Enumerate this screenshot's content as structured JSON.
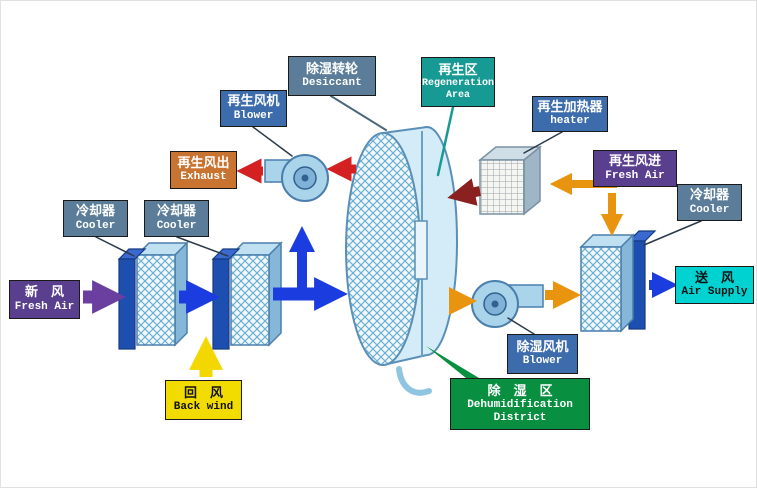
{
  "labels": {
    "desiccant": {
      "zh": "除湿转轮",
      "en": "Desiccant",
      "color": "#5b7d99"
    },
    "regen_area": {
      "zh": "再生区",
      "en": "Regeneration Area",
      "color": "#189a94"
    },
    "regen_blower": {
      "zh": "再生风机",
      "en": "Blower",
      "color": "#3c6cab"
    },
    "regen_heater": {
      "zh": "再生加热器",
      "en": "heater",
      "color": "#3c6cab"
    },
    "exhaust": {
      "zh": "再生风出",
      "en": "Exhaust",
      "color": "#c87430"
    },
    "regen_fresh_air": {
      "zh": "再生风进",
      "en": "Fresh Air",
      "color": "#5b3f8f"
    },
    "cooler_left1": {
      "zh": "冷却器",
      "en": "Cooler",
      "color": "#5b7d99"
    },
    "cooler_left2": {
      "zh": "冷却器",
      "en": "Cooler",
      "color": "#5b7d99"
    },
    "cooler_right": {
      "zh": "冷却器",
      "en": "Cooler",
      "color": "#5b7d99"
    },
    "fresh_air": {
      "zh": "新　风",
      "en": "Fresh Air",
      "color": "#5b3f8f"
    },
    "back_wind": {
      "zh": "回　风",
      "en": "Back wind",
      "color": "#f2dc00"
    },
    "air_supply": {
      "zh": "送　风",
      "en": "Air Supply",
      "color": "#00d2d2"
    },
    "dehum_blower": {
      "zh": "除湿风机",
      "en": "Blower",
      "color": "#3c6cab"
    },
    "dehum_district": {
      "zh": "除　湿　区",
      "en": "Dehumidification District",
      "color": "#089040"
    }
  },
  "colors": {
    "process_air": "#1b3de0",
    "fresh_air_in": "#6a3fa0",
    "return_air": "#f2d800",
    "dry_air": "#e8940f",
    "regen_exhaust": "#d42020",
    "hot_regen_air": "#8a2020",
    "supply_air_box": "#00d2d2",
    "wheel_fill": "#d4ebf8",
    "component_stroke": "#4a7fae"
  },
  "components": [
    "desiccant-wheel",
    "regeneration-blower",
    "regeneration-heater",
    "cooler-1",
    "cooler-2",
    "supply-cooler",
    "dehumidification-blower"
  ],
  "flows": [
    {
      "from": "fresh-air",
      "to": "cooler-1",
      "color": "purple"
    },
    {
      "from": "cooler-1",
      "to": "cooler-2",
      "color": "blue"
    },
    {
      "from": "cooler-2",
      "to": "desiccant-wheel",
      "color": "blue"
    },
    {
      "from": "back-wind",
      "to": "cooler-2",
      "color": "yellow"
    },
    {
      "from": "desiccant-wheel",
      "to": "dehum-blower",
      "color": "orange"
    },
    {
      "from": "dehum-blower",
      "to": "supply-cooler",
      "color": "orange"
    },
    {
      "from": "supply-cooler",
      "to": "air-supply",
      "color": "blue"
    },
    {
      "from": "regen-fresh-air",
      "to": "regen-heater",
      "color": "orange"
    },
    {
      "from": "regen-heater",
      "to": "desiccant-wheel",
      "color": "dark-red"
    },
    {
      "from": "desiccant-wheel",
      "to": "regen-blower",
      "color": "red"
    },
    {
      "from": "regen-blower",
      "to": "exhaust",
      "color": "red"
    }
  ]
}
